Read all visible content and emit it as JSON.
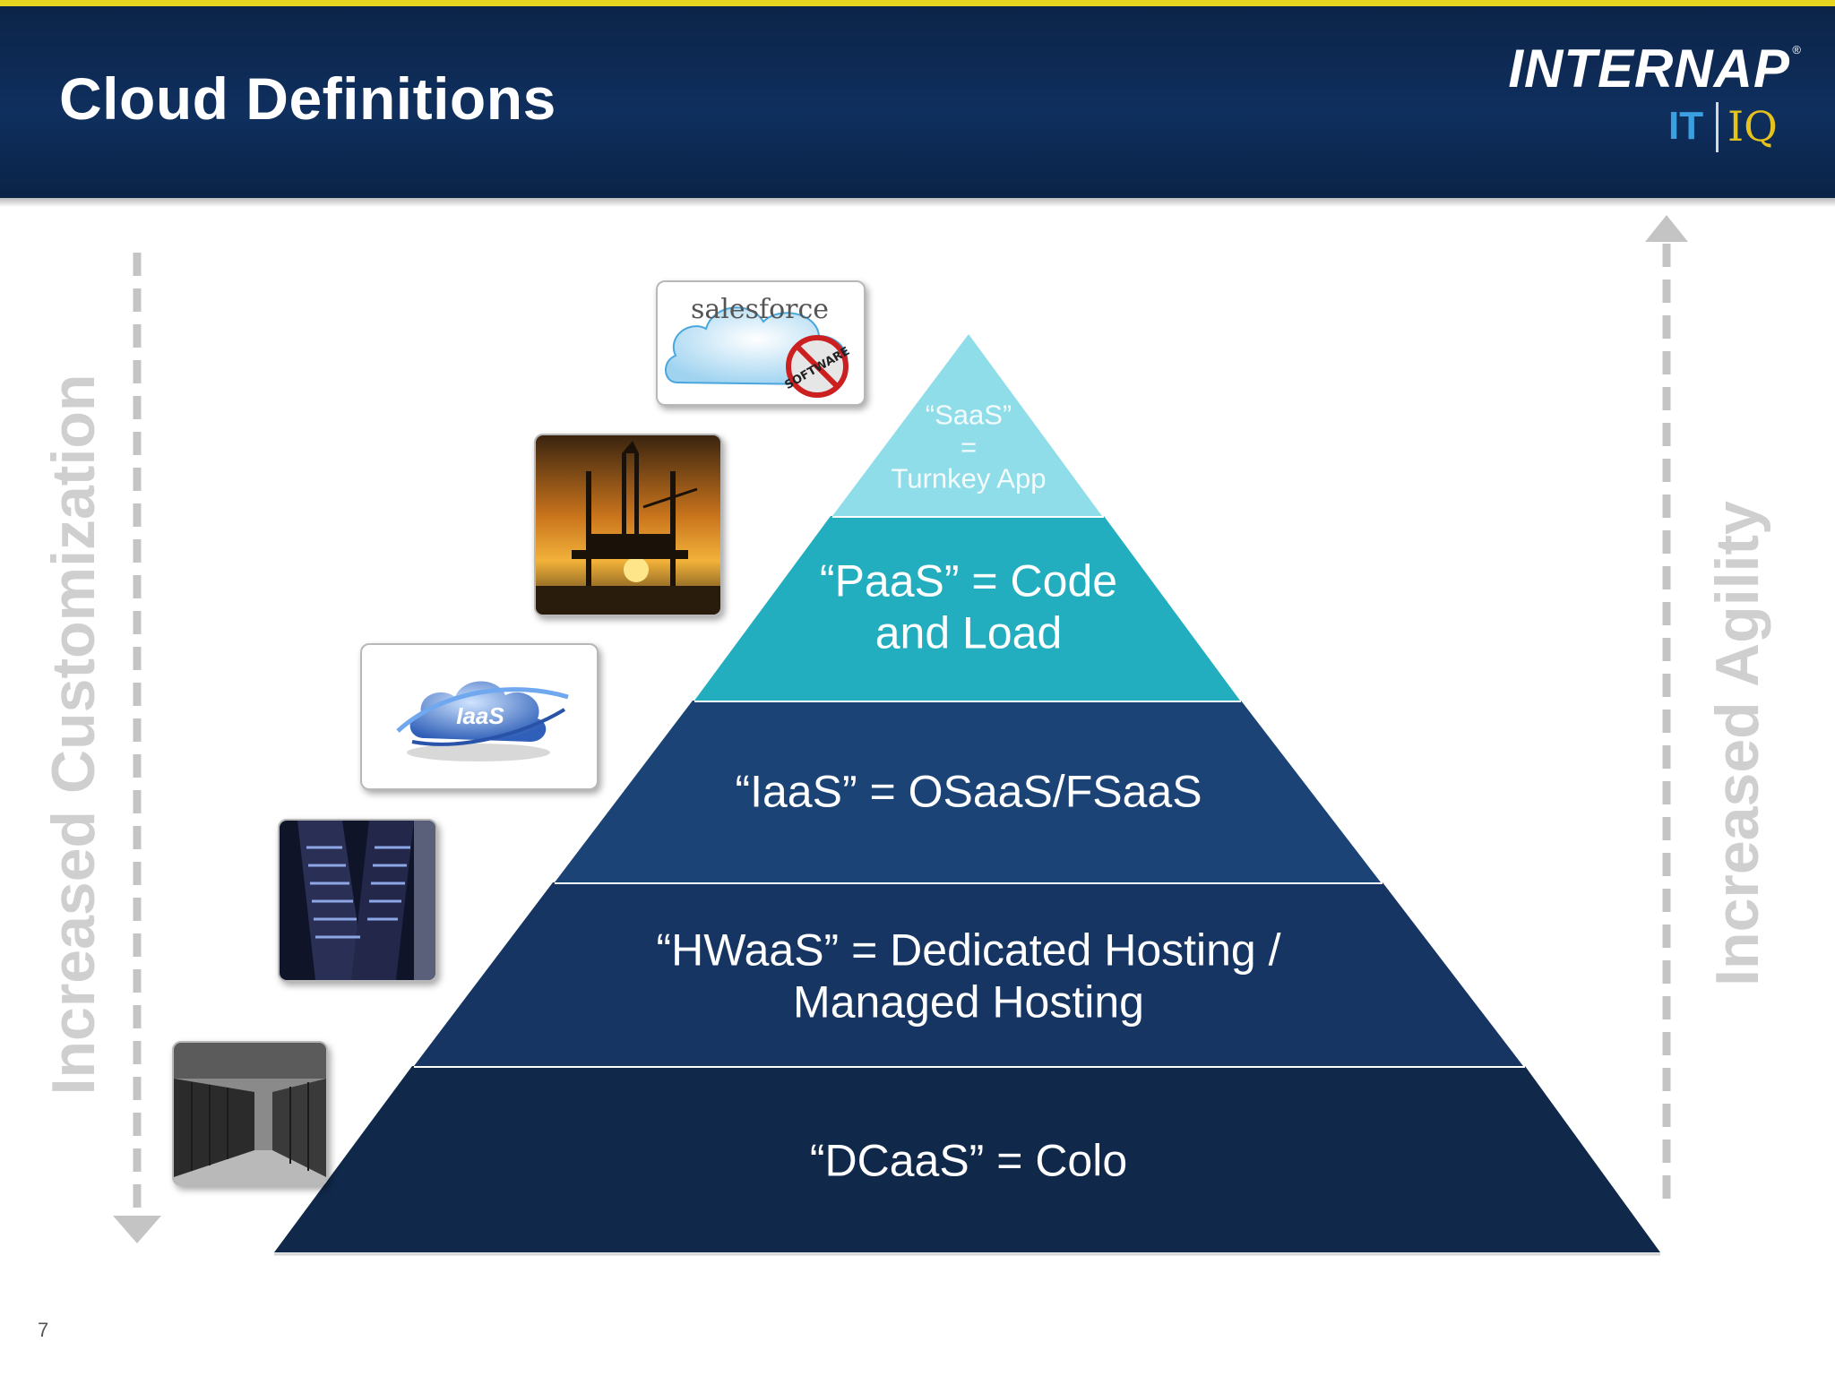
{
  "slide": {
    "title": "Cloud Definitions",
    "page_number": "7"
  },
  "logo": {
    "brand": "INTERNAP",
    "registered_mark": "®",
    "tag_left": "IT",
    "tag_right": "IQ"
  },
  "axes": {
    "left_label": "Increased Customization",
    "right_label": "Increased Agility"
  },
  "pyramid": {
    "layers": [
      {
        "lines": [
          "“SaaS”",
          "=",
          "Turnkey App"
        ],
        "color": "#8fdde9"
      },
      {
        "lines": [
          "“PaaS” = Code",
          "and Load"
        ],
        "color": "#22aebf"
      },
      {
        "lines": [
          "“IaaS” = OSaaS/FSaaS"
        ],
        "color": "#1b4375"
      },
      {
        "lines": [
          "“HWaaS” = Dedicated Hosting /",
          "Managed Hosting"
        ],
        "color": "#163563"
      },
      {
        "lines": [
          "“DCaaS” = Colo"
        ],
        "color": "#10284a"
      }
    ]
  },
  "thumbnails": {
    "salesforce": {
      "brand": "salesforce",
      "stamp": "SOFTWARE",
      "icon": "salesforce-cloud-icon"
    },
    "platform": {
      "icon": "oil-rig-sunset-icon"
    },
    "iaas": {
      "label": "IaaS",
      "icon": "iaas-cloud-icon"
    },
    "hardware": {
      "icon": "server-rack-icon"
    },
    "datacenter": {
      "icon": "datacenter-aisle-icon"
    }
  }
}
